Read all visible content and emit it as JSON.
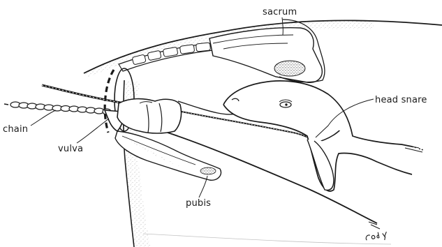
{
  "labels": {
    "sacrum": "sacrum",
    "head_snare": "head snare",
    "chain": "chain",
    "vulva": "vulva",
    "pubis": "pubis"
  },
  "colors": {
    "ink": "#1a1a1a",
    "paper": "#ffffff",
    "stipple": "#555555"
  },
  "signature": "Cody"
}
